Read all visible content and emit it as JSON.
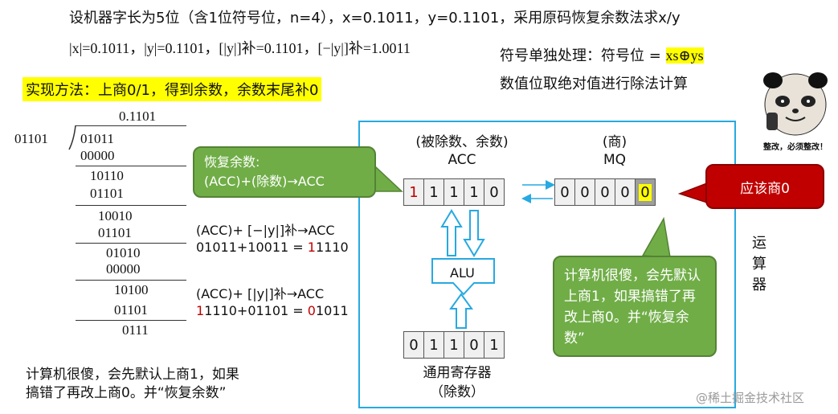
{
  "header": {
    "title": "设机器字长为5位（含1位符号位，n=4），x=0.1011，y=0.1101，采用原码恢复余数法求x/y",
    "line2": "|x|=0.1011，|y|=0.1101，[|y|]补=0.1101，[−|y|]补=1.0011",
    "sign_text": "符号单独处理：符号位 =",
    "sign_formula": "xs⊕ys",
    "abs_text": "数值位取绝对值进行除法计算",
    "method": "实现方法：上商0/1，得到余数，余数末尾补0"
  },
  "division": {
    "quotient": "0.1101",
    "divisor": "01101",
    "steps": [
      "01011",
      "00000",
      "10110",
      "01101",
      "10010",
      "01101",
      "01010",
      "00000",
      "10100",
      "01101",
      "0111"
    ]
  },
  "annotations": {
    "op1_line1": "(ACC)+ [−|y|]补→ACC",
    "op1_line2_a": "01011+10011 = ",
    "op1_line2_b": "1",
    "op1_line2_c": "1110",
    "op2_line1": "(ACC)+ [|y|]补→ACC",
    "op2_line2_a": "1",
    "op2_line2_b": "1110+01101 = ",
    "op2_line2_c": "0",
    "op2_line2_d": "1011",
    "bottom_line1": "计算机很傻，会先默认上商1，如果",
    "bottom_line2": "搞错了再改上商0。并“恢复余数”"
  },
  "panel": {
    "acc_label1": "(被除数、余数)",
    "acc_label2": "ACC",
    "mq_label1": "(商)",
    "mq_label2": "MQ",
    "acc_bits": [
      "1",
      "1",
      "1",
      "1",
      "0"
    ],
    "mq_bits": [
      "0",
      "0",
      "0",
      "0",
      "0"
    ],
    "alu_label": "ALU",
    "gr_bits": [
      "0",
      "1",
      "1",
      "0",
      "1"
    ],
    "gr_label1": "通用寄存器",
    "gr_label2": "（除数）",
    "side_label": "运算器"
  },
  "bubbles": {
    "restore_line1": "恢复余数:",
    "restore_line2": "(ACC)+(除数)→ACC",
    "should_quotient": "应该商0",
    "note": "计算机很傻，会先默认上商1，如果搞错了再改上商0。并“恢复余数”"
  },
  "meme_caption": "整改，必须整改！",
  "watermark": "@稀土掘金技术社区",
  "colors": {
    "panel_border": "#27a9e1",
    "bubble_green": "#70ad47",
    "bubble_red": "#c00000",
    "highlight": "#ffff00",
    "red_digit": "#c00000"
  }
}
